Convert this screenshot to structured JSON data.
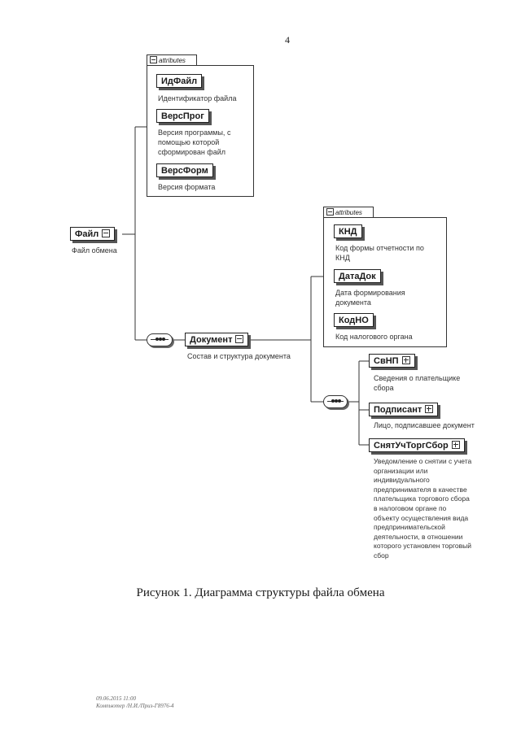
{
  "page_number": "4",
  "root": {
    "name": "Файл",
    "description": "Файл обмена"
  },
  "root_attributes": {
    "tab_label": "attributes",
    "items": [
      {
        "name": "ИдФайл",
        "description": [
          "Идентификатор файла"
        ]
      },
      {
        "name": "ВерсПрог",
        "description": [
          "Версия программы, с",
          "помощью которой",
          "сформирован файл"
        ]
      },
      {
        "name": "ВерсФорм",
        "description": [
          "Версия формата"
        ]
      }
    ]
  },
  "document": {
    "name": "Документ",
    "description": "Состав и структура документа"
  },
  "document_attributes": {
    "tab_label": "attributes",
    "items": [
      {
        "name": "КНД",
        "description": [
          "Код формы отчетности по",
          "КНД"
        ]
      },
      {
        "name": "ДатаДок",
        "description": [
          "Дата формирования",
          "документа"
        ]
      },
      {
        "name": "КодНО",
        "description": [
          "Код налогового органа"
        ]
      }
    ]
  },
  "children": [
    {
      "name": "СвНП",
      "description": [
        "Сведения о плательщике",
        "сбора"
      ]
    },
    {
      "name": "Подписант",
      "description": [
        "Лицо, подписавшее документ"
      ]
    },
    {
      "name": "СнятУчТоргСбор",
      "description": [
        "Уведомление о снятии с учета",
        "организации или",
        "индивидуального",
        "предпринимателя в качестве",
        "плательщика торгового сбора",
        "в налоговом органе по",
        "объекту осуществления вида",
        "предпринимательской",
        "деятельности, в отношении",
        "которого установлен торговый",
        "сбор"
      ]
    }
  ],
  "caption": "Рисунок 1. Диаграмма структуры файла обмена",
  "footer": {
    "line1": "09.06.2015 11:00",
    "line2": "Компьютер /Н.И./Приз-Г8976-4"
  }
}
